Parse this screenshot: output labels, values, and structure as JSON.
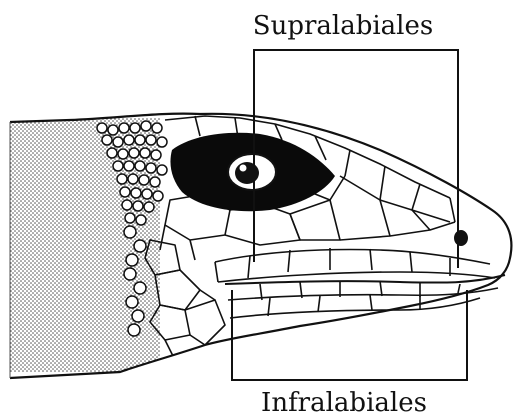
{
  "figure": {
    "labels": {
      "top": "Supralabiales",
      "bottom": "Infralabiales"
    },
    "colors": {
      "ink": "#111111",
      "paper": "#ffffff",
      "eye_patch": "#0a0a0a",
      "stipple": "#8a8a8a"
    },
    "icons": {
      "head": "lizard-head-illustration",
      "eye": "eye-icon",
      "nostril": "nostril-icon"
    }
  }
}
